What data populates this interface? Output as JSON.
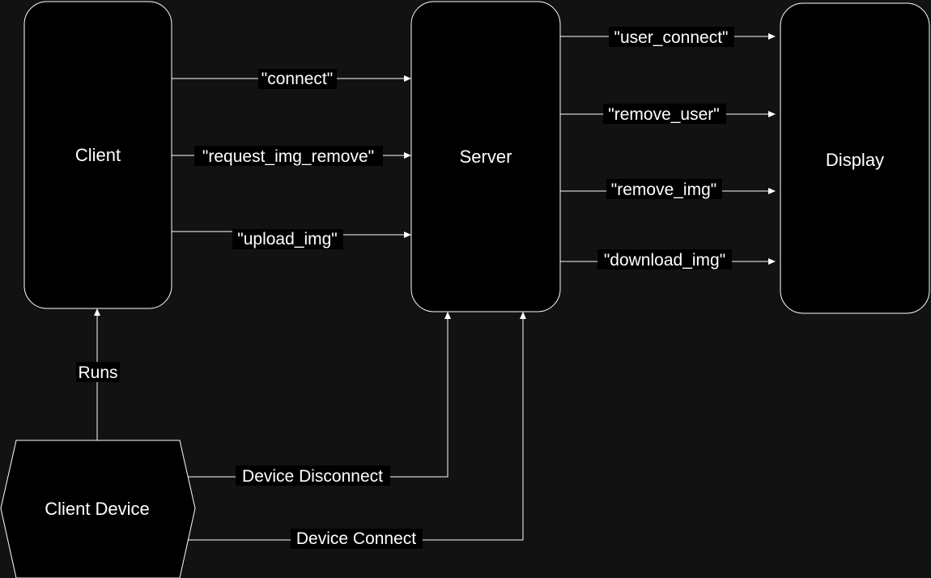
{
  "nodes": {
    "client": {
      "label": "Client"
    },
    "server": {
      "label": "Server"
    },
    "display": {
      "label": "Display"
    },
    "client_device": {
      "label": "Client Device"
    }
  },
  "edges": {
    "connect": "\"connect\"",
    "request_img_remove": "\"request_img_remove\"",
    "upload_img": "\"upload_img\"",
    "user_connect": "\"user_connect\"",
    "remove_user": "\"remove_user\"",
    "remove_img": "\"remove_img\"",
    "download_img": "\"download_img\"",
    "runs": "Runs",
    "device_disconnect": "Device Disconnect",
    "device_connect": "Device Connect"
  },
  "colors": {
    "background": "#121212",
    "node_fill": "#000000",
    "stroke": "#ffffff",
    "text": "#ffffff"
  }
}
